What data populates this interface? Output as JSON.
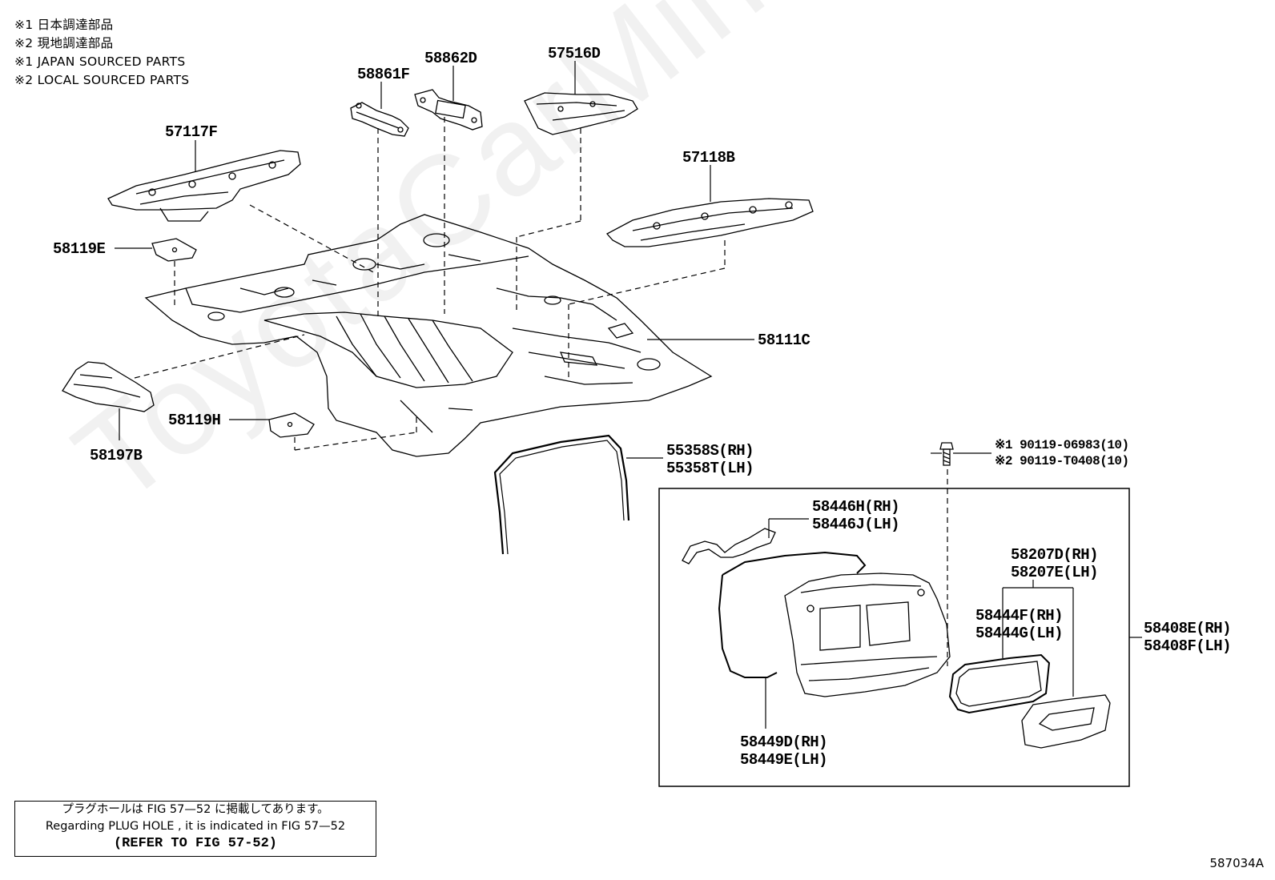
{
  "notes": [
    "※1 日本調達部品",
    "※2 現地調達部品",
    "※1 JAPAN SOURCED PARTS",
    "※2 LOCAL SOURCED PARTS"
  ],
  "watermark": "ToyotaCarMine.ru",
  "labels": {
    "p57117F": "57117F",
    "p58861F": "58861F",
    "p58862D": "58862D",
    "p57516D": "57516D",
    "p57118B": "57118B",
    "p58119E": "58119E",
    "p58111C": "58111C",
    "p58197B": "58197B",
    "p58119H": "58119H",
    "p55358S": "55358S(RH)",
    "p55358T": "55358T(LH)",
    "bolt1": "※1 90119-06983(10)",
    "bolt2": "※2 90119-T0408(10)",
    "p58446H": "58446H(RH)",
    "p58446J": "58446J(LH)",
    "p58207D": "58207D(RH)",
    "p58207E": "58207E(LH)",
    "p58444F": "58444F(RH)",
    "p58444G": "58444G(LH)",
    "p58408E": "58408E(RH)",
    "p58408F": "58408F(LH)",
    "p58449D": "58449D(RH)",
    "p58449E": "58449E(LH)"
  },
  "reference": {
    "jp": "プラグホールは FIG 57—52 に掲載してあります。",
    "en": "Regarding  PLUG  HOLE , it is indicated in FIG  57—52",
    "refer": "(REFER TO FIG 57-52)"
  },
  "figure_number": "587034A"
}
